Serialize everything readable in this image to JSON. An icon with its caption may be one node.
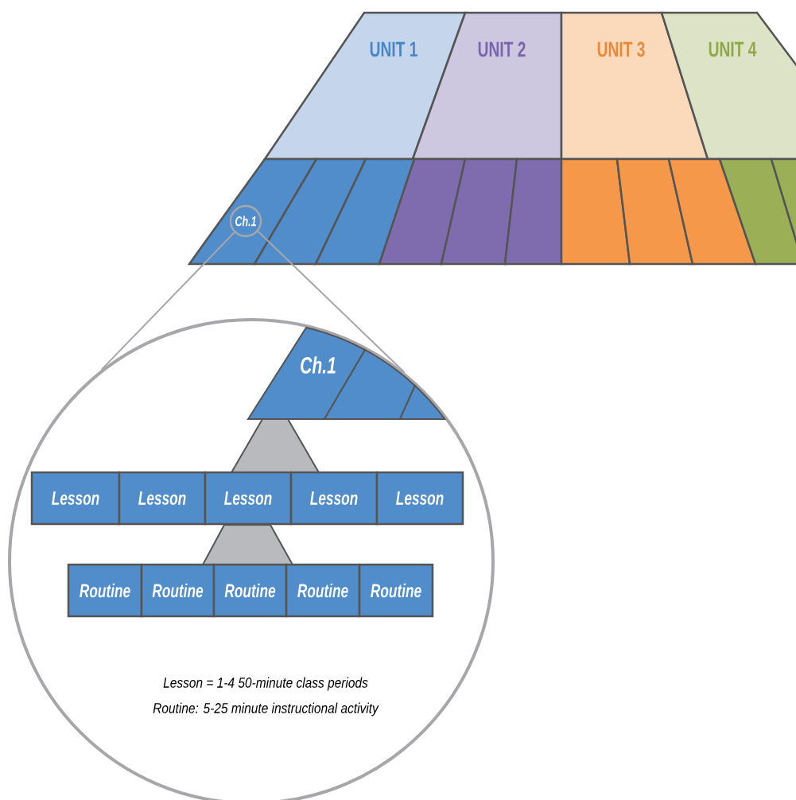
{
  "diagram": {
    "nodes": [
      {
        "text": [
          "UNIT 1"
        ]
      },
      {
        "text": [
          "UNIT 2"
        ]
      },
      {
        "text": [
          "UNIT 3"
        ]
      },
      {
        "text": [
          "UNIT 4"
        ]
      },
      {
        "text": [
          "Ch.1"
        ]
      },
      {
        "text": [],
        "shape": "circle"
      },
      {
        "text": [
          "Ch.1"
        ],
        "in": 5
      },
      {
        "text": [],
        "shape": "box",
        "in": 5
      },
      {
        "text": [],
        "shape": "box",
        "in": 5
      },
      {
        "text": [],
        "shape": "trapezoid",
        "in": 5
      },
      {
        "text": [
          "Lesson"
        ],
        "in": 5
      },
      {
        "text": [
          "Lesson"
        ],
        "in": 5
      },
      {
        "text": [
          "Lesson"
        ],
        "in": 5
      },
      {
        "text": [
          "Lesson"
        ],
        "in": 5
      },
      {
        "text": [
          "Lesson"
        ],
        "in": 5
      },
      {
        "text": [],
        "shape": "trapezoid",
        "in": 5
      },
      {
        "text": [
          "Routine"
        ],
        "in": 5
      },
      {
        "text": [
          "Routine"
        ],
        "in": 5
      },
      {
        "text": [
          "Routine"
        ],
        "in": 5
      },
      {
        "text": [
          "Routine"
        ],
        "in": 5
      },
      {
        "text": [
          "Routine"
        ],
        "in": 5
      }
    ],
    "edges": [
      {
        "from": 4,
        "to": 5,
        "arrow": "none"
      },
      {
        "from": 4,
        "to": 5,
        "arrow": "none"
      }
    ],
    "labels": [
      "Lesson = 1-4 50-minute class periods",
      "Routine: 5-25 minute instructional activity"
    ]
  }
}
